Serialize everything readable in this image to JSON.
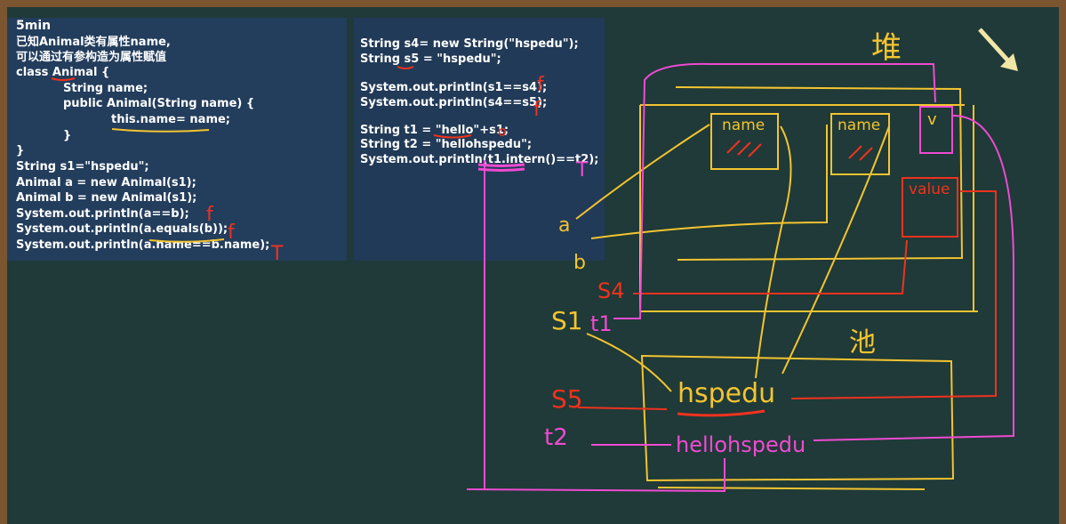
{
  "left_code": {
    "lines": [
      "5min",
      "已知Animal类有属性name,",
      "可以通过有参构造为属性赋值",
      "class Animal {",
      "String name;",
      "public Animal(String name) {",
      "this.name= name;",
      "}",
      "}",
      "String s1=\"hspedu\";",
      "Animal a = new Animal(s1);",
      "Animal b = new Animal(s1);",
      "System.out.println(a==b);",
      "System.out.println(a.equals(b));",
      "System.out.println(a.name==b.name);"
    ]
  },
  "right_code": {
    "lines": [
      "String s4= new String(\"hspedu\");",
      "String s5 = \"hspedu\";",
      "System.out.println(s1==s4);",
      "System.out.println(s4==s5);",
      "String t1 = \"hello\"+s1;",
      "String t2 = \"hellohspedu\";",
      "System.out.println(t1.intern()==t2);"
    ]
  },
  "annotations": {
    "answer_left_1": "f",
    "answer_left_2": "f",
    "answer_left_3": "T",
    "answer_right_1": "f",
    "answer_right_2": "f",
    "answer_right_3": "T",
    "circle_mark": "o"
  },
  "diagram": {
    "heap_label": "堆",
    "pool_label": "池",
    "box_name_1": "name",
    "box_name_2": "name",
    "box_v": "v",
    "box_value": "value",
    "var_a": "a",
    "var_b": "b",
    "var_s4": "S4",
    "var_s1": "S1",
    "var_t1": "t1",
    "var_s5": "S5",
    "var_t2": "t2",
    "pool_hspedu": "hspedu",
    "pool_hellohspedu": "hellohspedu"
  },
  "colors": {
    "board": "#1f3a38",
    "panel": "#233d5c",
    "yellow": "#f4c431",
    "red": "#f0321e",
    "pink": "#f04ad2",
    "cream": "#f2e6a6"
  }
}
